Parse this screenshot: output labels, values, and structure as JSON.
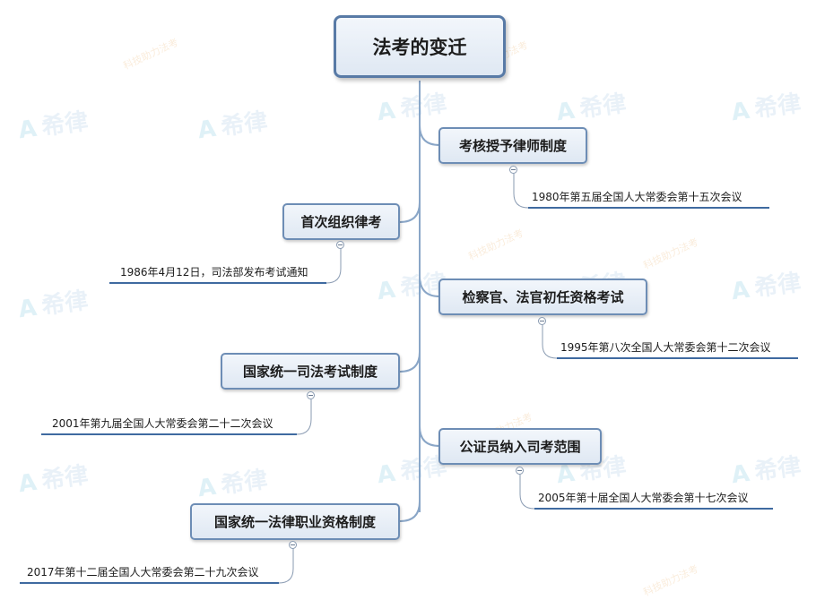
{
  "root": {
    "title": "法考的变迁"
  },
  "branches": [
    {
      "label": "考核授予律师制度",
      "detail": "1980年第五届全国人大常委会第十五次会议"
    },
    {
      "label": "首次组织律考",
      "detail": "1986年4月12日，司法部发布考试通知"
    },
    {
      "label": "检察官、法官初任资格考试",
      "detail": "1995年第八次全国人大常委会第十二次会议"
    },
    {
      "label": "国家统一司法考试制度",
      "detail": "2001年第九届全国人大常委会第二十二次会议"
    },
    {
      "label": "公证员纳入司考范围",
      "detail": "2005年第十届全国人大常委会第十七次会议"
    },
    {
      "label": "国家统一法律职业资格制度",
      "detail": "2017年第十二届全国人大常委会第二十九次会议"
    }
  ],
  "watermark": {
    "brand": "希律",
    "slogan": "科技助力法考"
  },
  "colors": {
    "node_border": "#6d8db5",
    "connector": "#8aa6c7",
    "leaf_underline": "#3f6aa0"
  }
}
